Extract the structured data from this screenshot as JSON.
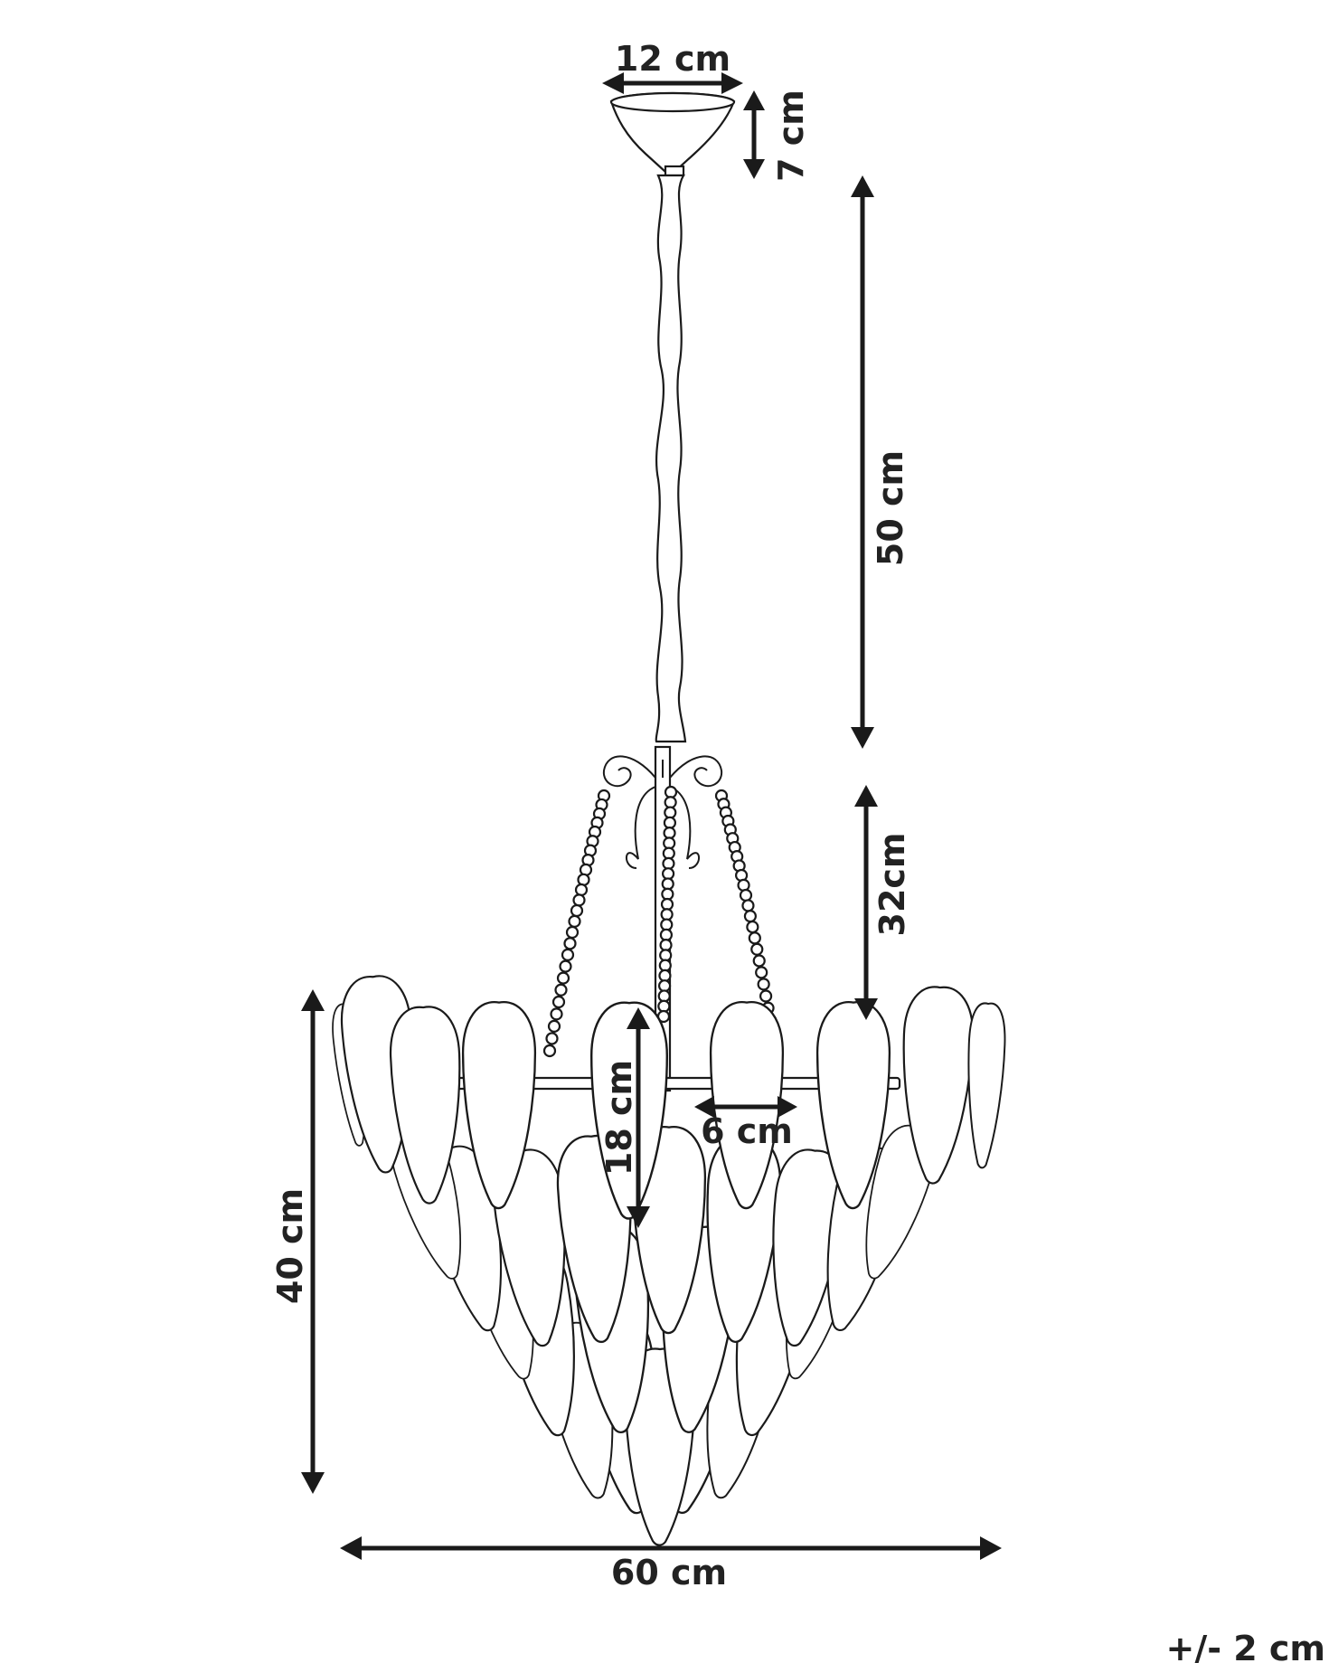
{
  "dimensions": {
    "canopy_width": "12 cm",
    "canopy_height": "7 cm",
    "chain_length": "50 cm",
    "frame_height": "32cm",
    "body_height": "40 cm",
    "leaf_height": "18 cm",
    "leaf_width": "6 cm",
    "overall_width": "60 cm"
  },
  "tolerance": "+/- 2 cm",
  "colors": {
    "line": "#1a1a1a",
    "background": "#ffffff"
  }
}
